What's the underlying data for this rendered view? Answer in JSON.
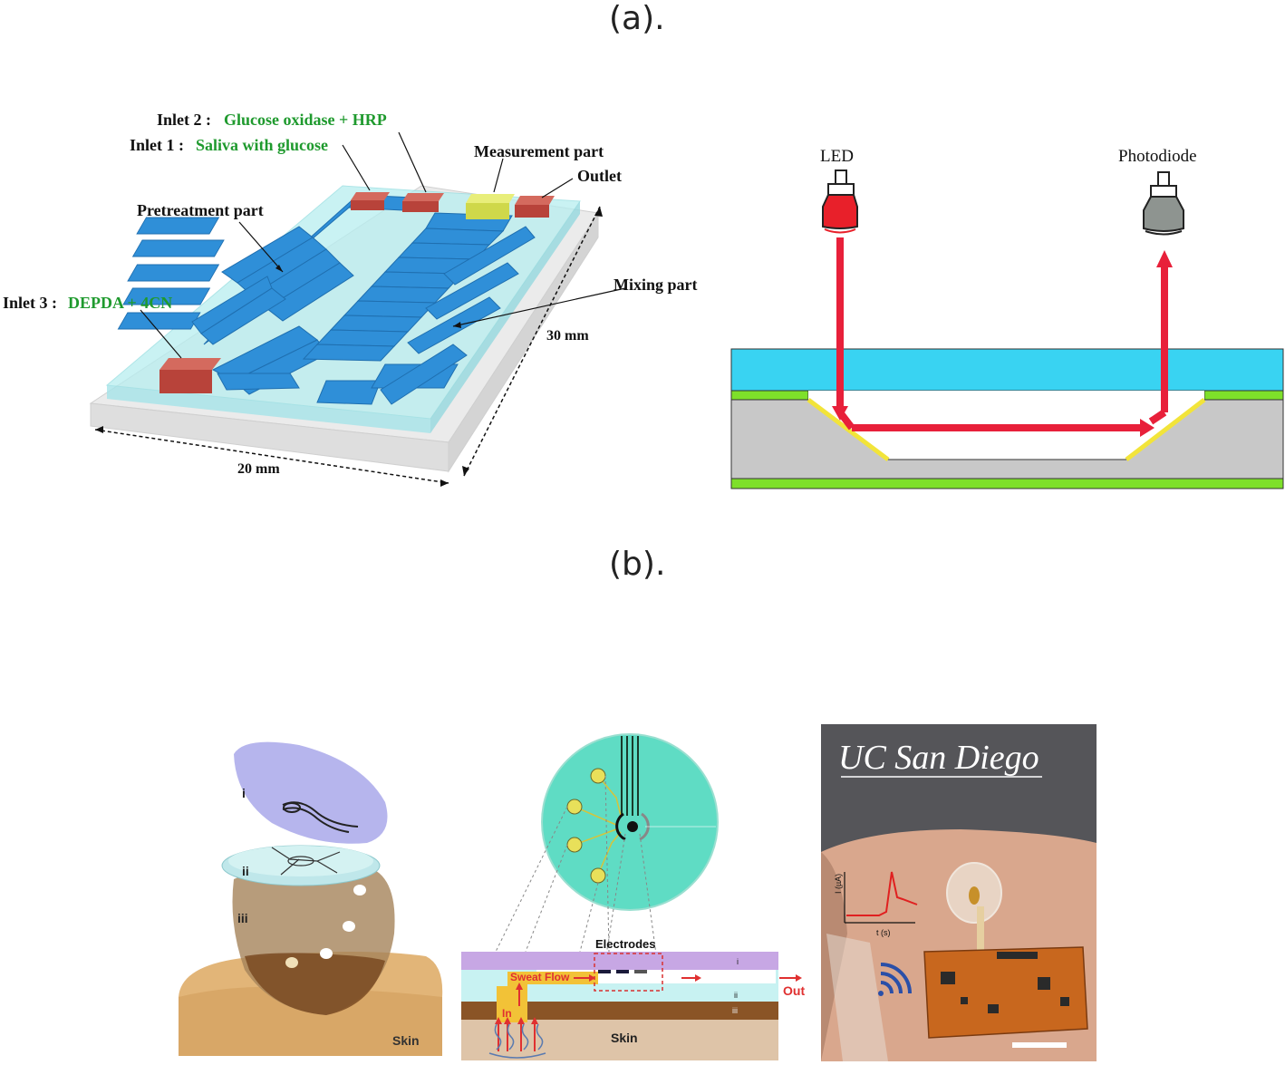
{
  "panel_a": {
    "label": "(a).",
    "chip": {
      "inlet2_name": "Inlet 2 :",
      "inlet2_value": "Glucose oxidase + HRP",
      "inlet1_name": "Inlet 1 :",
      "inlet1_value": "Saliva with glucose",
      "measurement": "Measurement part",
      "outlet": "Outlet",
      "pretreatment": "Pretreatment part",
      "inlet3_name": "Inlet 3 :",
      "inlet3_value": "DEPDA + 4CN",
      "mixing": "Mixing part",
      "dim_30": "30 mm",
      "dim_20": "20 mm"
    },
    "optics": {
      "led": "LED",
      "photodiode": "Photodiode"
    }
  },
  "panel_b": {
    "label": "(b).",
    "exploded": {
      "layer_i": "i",
      "layer_ii": "ii",
      "layer_iii": "iii",
      "skin": "Skin"
    },
    "cross_section": {
      "electrodes": "Electrodes",
      "sweat_flow": "Sweat Flow",
      "in": "In",
      "out": "Out",
      "layer_i": "i",
      "layer_ii": "ii",
      "layer_iii": "iii",
      "skin": "Skin"
    },
    "photo": {
      "logo": "UC San Diego",
      "y_axis": "I (µA)",
      "x_axis": "t (s)"
    }
  },
  "colors": {
    "chip_blue": "#2f8fd8",
    "inlet_red": "#b8433a",
    "measure_yellow": "#d9e05a",
    "label_green": "#1f9a2e",
    "arrow_red": "#e8203a",
    "cover_blue": "#39d3f2",
    "layer_green": "#7ee02a",
    "mirror_yellow": "#f2e43a",
    "substrate_gray": "#c8c8c8"
  }
}
